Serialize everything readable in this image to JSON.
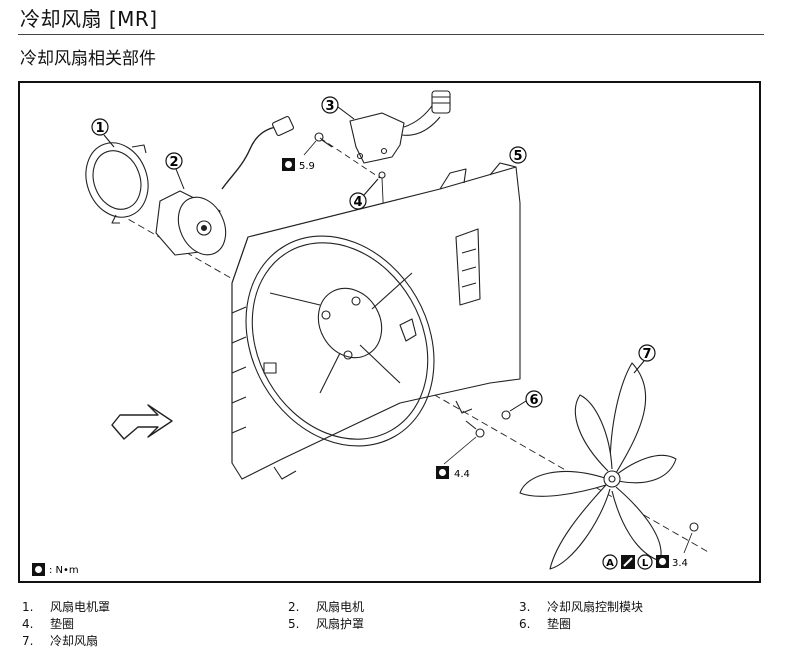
{
  "page": {
    "title": "冷却风扇 [MR]",
    "section_title": "冷却风扇相关部件"
  },
  "figure": {
    "callouts": [
      "1",
      "2",
      "3",
      "4",
      "5",
      "6",
      "7"
    ],
    "torque_values": {
      "module_bolt": "5.9",
      "shroud_bolt": "4.4",
      "fan_nut": "3.4"
    },
    "torque_unit_legend": ": N•m",
    "fan_nut_symbols": [
      "A",
      "L"
    ]
  },
  "parts_legend": [
    {
      "num": "1.",
      "name": "风扇电机罩"
    },
    {
      "num": "2.",
      "name": "风扇电机"
    },
    {
      "num": "3.",
      "name": "冷却风扇控制模块"
    },
    {
      "num": "4.",
      "name": "垫圈"
    },
    {
      "num": "5.",
      "name": "风扇护罩"
    },
    {
      "num": "6.",
      "name": "垫圈"
    },
    {
      "num": "7.",
      "name": "冷却风扇"
    }
  ]
}
